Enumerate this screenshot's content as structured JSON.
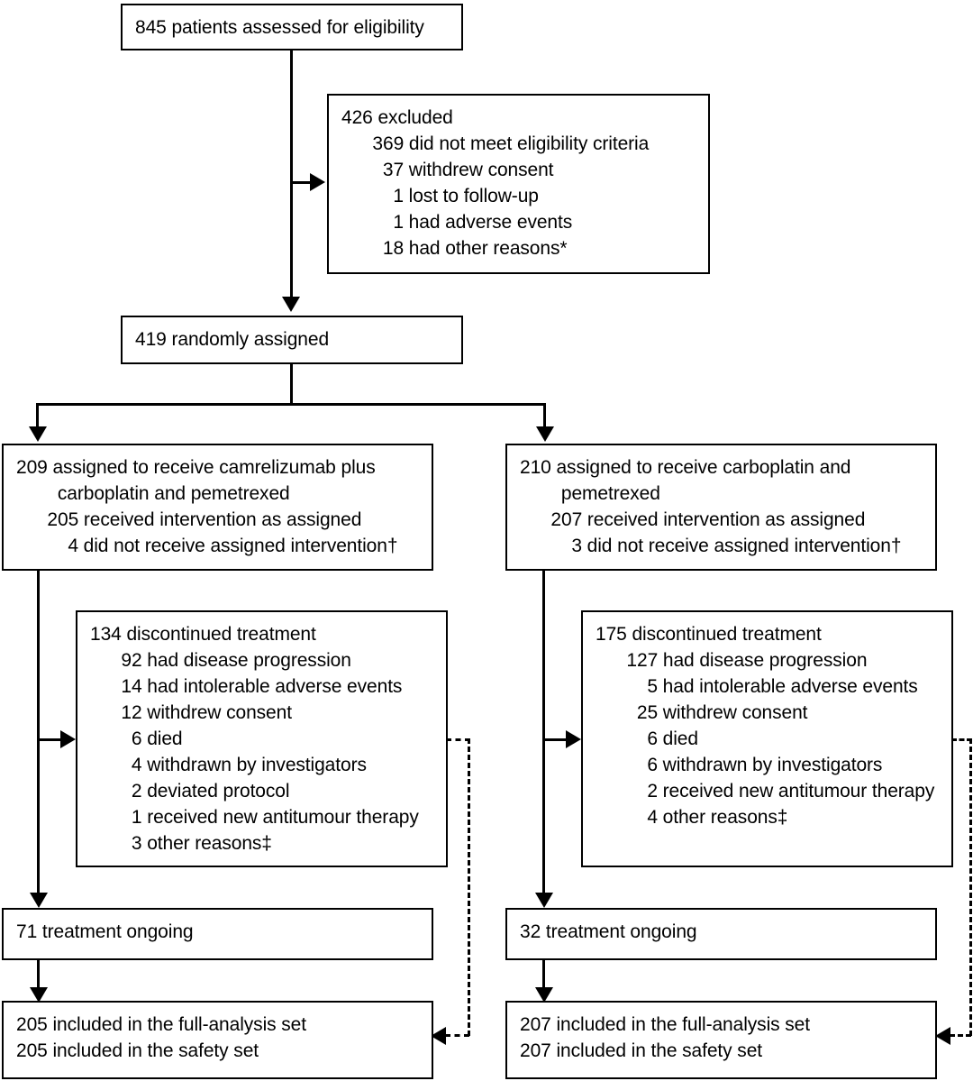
{
  "diagram": {
    "type": "consort-flow-diagram",
    "nodes": {
      "assessed": {
        "lines": [
          "845 patients assessed for eligibility"
        ]
      },
      "excluded": {
        "lines": [
          "426 excluded",
          "      369 did not meet eligibility criteria",
          "        37 withdrew consent",
          "          1 lost to follow-up",
          "          1 had adverse events",
          "        18 had other reasons*"
        ]
      },
      "randomised": {
        "lines": [
          "419 randomly assigned"
        ]
      },
      "arm_left_assigned": {
        "lines": [
          "209 assigned to receive camrelizumab plus",
          "        carboplatin and pemetrexed",
          "      205 received intervention as assigned",
          "          4 did not receive assigned intervention†"
        ]
      },
      "arm_right_assigned": {
        "lines": [
          "210 assigned to receive carboplatin and",
          "        pemetrexed",
          "      207 received intervention as assigned",
          "          3 did not receive assigned intervention†"
        ]
      },
      "arm_left_discontinued": {
        "lines": [
          "134 discontinued treatment",
          "      92 had disease progression",
          "      14 had intolerable adverse events",
          "      12 withdrew consent",
          "        6 died",
          "        4 withdrawn by investigators",
          "        2 deviated protocol",
          "        1 received new antitumour therapy",
          "        3 other reasons‡"
        ]
      },
      "arm_right_discontinued": {
        "lines": [
          "175 discontinued treatment",
          "      127 had disease progression",
          "          5 had intolerable adverse events",
          "        25 withdrew consent",
          "          6 died",
          "          6 withdrawn by investigators",
          "          2 received new antitumour therapy",
          "          4 other reasons‡"
        ]
      },
      "arm_left_ongoing": {
        "lines": [
          "71 treatment ongoing"
        ]
      },
      "arm_right_ongoing": {
        "lines": [
          "32 treatment ongoing"
        ]
      },
      "arm_left_analysis": {
        "lines": [
          "205 included in the full-analysis set",
          "205 included in the safety set"
        ]
      },
      "arm_right_analysis": {
        "lines": [
          "207 included in the full-analysis set",
          "207 included in the safety set"
        ]
      }
    },
    "colors": {
      "line": "#000000",
      "box_border": "#000000",
      "background": "#ffffff",
      "text": "#000000"
    }
  }
}
